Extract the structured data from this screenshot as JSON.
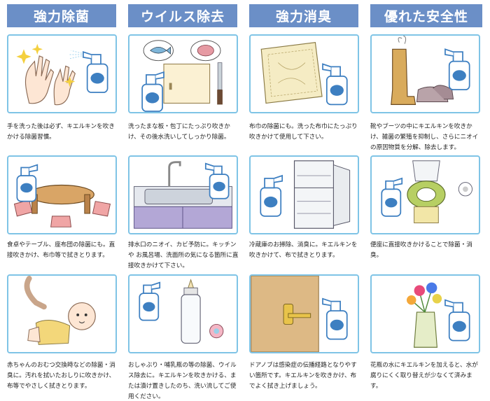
{
  "headers": [
    "強力除菌",
    "ウイルス除去",
    "強力消臭",
    "優れた安全性"
  ],
  "captions": [
    "手を洗った後は必ず、キエルキンを吹きかける除菌習慣。",
    "洗ったまな板・包丁にたっぷり吹きかけ、その後水洗いしてしっかり除菌。",
    "布巾の除菌にも。洗った布巾にたっぷり吹きかけて使用して下さい。",
    "靴やブーツの中にキエルキンを吹きかけ、雑菌の繁殖を抑制し、さらにニオイの原因物質を分解、除去します。",
    "食卓やテーブル、座布団の除菌にも。直接吹きかけ、布巾等で拭きとります。",
    "排水口のニオイ、カビ予防に。キッチンや お風呂場、洗面所の気になる箇所に直接吹きかけて下さい。",
    "冷蔵庫のお掃除、消臭に。キエルキンを吹きかけて、布で拭きとります。",
    "便座に直接吹きかけることで除菌・消臭。",
    "赤ちゃんのおむつ交換時などの除菌・消臭に。汚れを拭いたおしりに吹きかけ、布等でやさしく拭きとります。",
    "おしゃぶり・哺乳瓶の等の除菌、ウイルス除去に。キエルキンを吹きかける、または漬け置きしたのち、洗い流してご使用ください。",
    "ドアノブは感染症の伝播経路となりやすい箇所です。キエルキンを吹きかけ、布でよく拭き上げましょう。",
    "花瓶の水にキエルキンを加えると、水が腐りにくく取り替えが少なくて済みます。"
  ],
  "colors": {
    "header_bg": "#6b8fc7",
    "tile_border": "#7fc4e6",
    "bottle": "#3d7fc1"
  }
}
